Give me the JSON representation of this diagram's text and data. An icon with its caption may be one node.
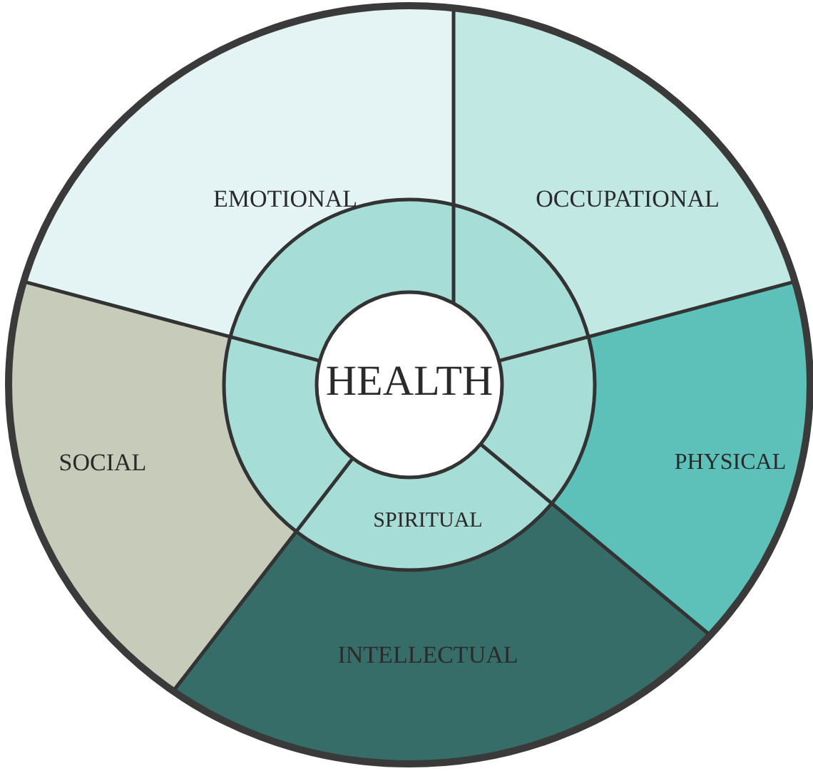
{
  "diagram": {
    "nodes": [
      {
        "text": [
          "EMOTIONAL"
        ]
      },
      {
        "text": [
          "OCCUPATIONAL"
        ]
      },
      {
        "text": [
          "SOCIAL"
        ]
      },
      {
        "text": [
          "PHYSICAL"
        ]
      },
      {
        "text": [
          "INTELLECTUAL"
        ]
      },
      {
        "text": [],
        "shape": "sector"
      },
      {
        "text": [],
        "shape": "sector"
      },
      {
        "text": [],
        "shape": "sector"
      },
      {
        "text": [],
        "shape": "sector"
      },
      {
        "text": [
          "SPIRITUAL"
        ]
      },
      {
        "text": [
          "HEALTH"
        ]
      }
    ],
    "edges": []
  }
}
